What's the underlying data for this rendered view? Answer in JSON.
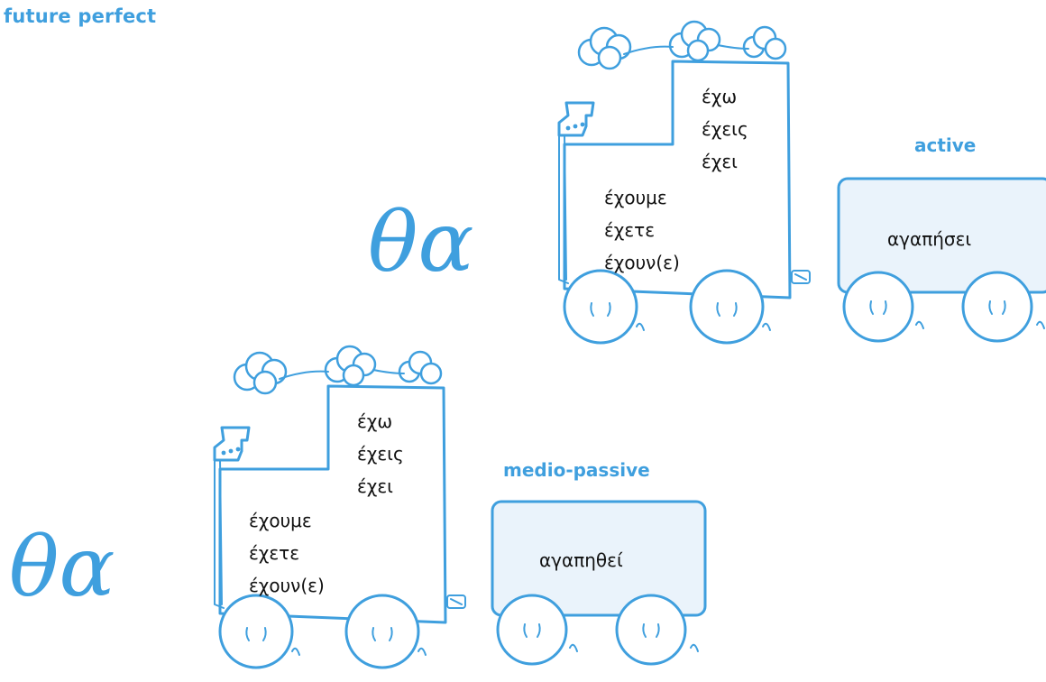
{
  "title": "future perfect",
  "colors": {
    "accent": "#3f9fde",
    "wagon_fill": "#eaf3fb",
    "text": "#111111"
  },
  "trains": [
    {
      "particle": "θα",
      "voice": "active",
      "singular": [
        "έχω",
        "έχεις",
        "έχει"
      ],
      "plural": [
        "έχουμε",
        "έχετε",
        "έχουν(ε)"
      ],
      "participle": "αγαπήσει"
    },
    {
      "particle": "θα",
      "voice": "medio-passive",
      "singular": [
        "έχω",
        "έχεις",
        "έχει"
      ],
      "plural": [
        "έχουμε",
        "έχετε",
        "έχουν(ε)"
      ],
      "participle": "αγαπηθεί"
    }
  ]
}
